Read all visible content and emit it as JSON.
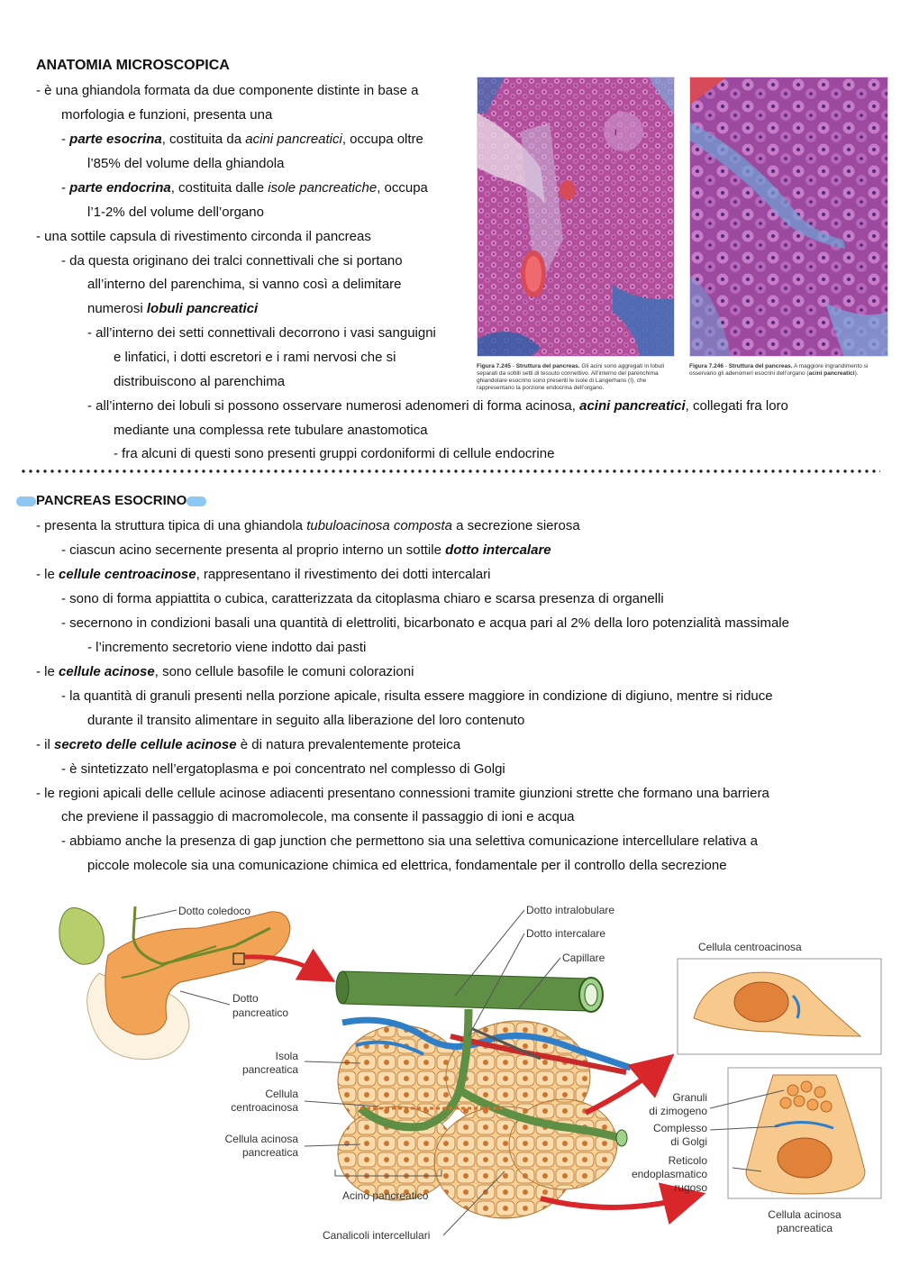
{
  "section1": {
    "title": "ANATOMIA MICROSCOPICA",
    "l1": "- è una ghiandola formata da due componente distinte in base a",
    "l2": "morfologia e funzioni, presenta una",
    "l3a": "- ",
    "l3b": "parte esocrina",
    "l3c": ", costituita da ",
    "l3d": "acini pancreatici",
    "l3e": ", occupa oltre",
    "l4": "l’85% del volume della ghiandola",
    "l5a": "- ",
    "l5b": "parte endocrina",
    "l5c": ", costituita dalle ",
    "l5d": "isole pancreatiche",
    "l5e": ", occupa",
    "l6": "l’1-2% del volume dell’organo",
    "l7": "- una sottile capsula di rivestimento circonda il pancreas",
    "l8": "- da questa originano dei tralci connettivali che si portano",
    "l9": "all’interno del parenchima, si vanno così a delimitare",
    "l10a": "numerosi ",
    "l10b": "lobuli pancreatici",
    "l11": "- all’interno dei setti connettivali decorrono i vasi sanguigni",
    "l12": "e linfatici, i dotti escretori e i rami nervosi che si",
    "l13": "distribuiscono al parenchima",
    "l14a": "- all’interno dei lobuli si possono osservare numerosi adenomeri di forma acinosa, ",
    "l14b": "acini pancreatici",
    "l14c": ", collegati fra loro",
    "l15": "mediante una complessa rete tubulare anastomotica",
    "l16": "- fra alcuni di questi sono presenti gruppi cordoniformi di cellule endocrine"
  },
  "figures": {
    "fig1_label": "Figura 7.245",
    "fig1_title": "Struttura del pancreas.",
    "fig1_text": "Gli acini sono aggregati in lobuli separati da sottili setti di tessuto connettivo. All’interno del parenchima ghiandolare esocrino sono presenti le isole di Langerhans (I), che rappresentano la porzione endocrina dell’organo.",
    "fig2_label": "Figura 7.246",
    "fig2_title": "Struttura del pancreas.",
    "fig2_text": "A maggiore ingrandimento si osservano gli adenomeri esocrini dell’organo (",
    "fig2_bold": "acini pancreatici",
    "fig2_end": ").",
    "islet_marker": "I"
  },
  "section2": {
    "title": "PANCREAS ESOCRINO",
    "m1a": "- presenta la struttura tipica di una ghiandola ",
    "m1b": "tubuloacinosa composta",
    "m1c": " a secrezione sierosa",
    "m2a": "- ciascun acino secernente presenta al proprio interno un sottile ",
    "m2b": "dotto intercalare",
    "m3a": "- le ",
    "m3b": "cellule centroacinose",
    "m3c": ", rappresentano il rivestimento dei dotti intercalari",
    "m4": "- sono di forma appiattita o cubica, caratterizzata da citoplasma chiaro e scarsa presenza di organelli",
    "m5": "- secernono in condizioni basali una quantità di elettroliti, bicarbonato e acqua pari al 2% della loro potenzialità massimale",
    "m6": "- l’incremento secretorio viene indotto dai pasti",
    "m7a": "- le ",
    "m7b": "cellule acinose",
    "m7c": ", sono cellule basofile le comuni colorazioni",
    "m8": "- la quantità di granuli presenti nella porzione apicale, risulta essere maggiore in condizione di digiuno, mentre si riduce",
    "m9": "durante il transito alimentare in seguito alla liberazione del loro contenuto",
    "m10a": "- il ",
    "m10b": "secreto delle cellule acinose",
    "m10c": " è di natura prevalentemente proteica",
    "m11": "- è sintetizzato nell’ergatoplasma e poi concentrato nel complesso di Golgi",
    "m12": "- le regioni apicali delle cellule acinose adiacenti presentano connessioni tramite giunzioni strette che formano una barriera",
    "m13": "che previene il passaggio di macromolecole, ma consente il passaggio di ioni e acqua",
    "m14": "- abbiamo anche la presenza di gap junction che permettono sia una selettiva comunicazione intercellulare relativa a",
    "m15": "piccole molecole sia una comunicazione chimica ed elettrica, fondamentale per il controllo della secrezione"
  },
  "diagram": {
    "dotto_coledoco": "Dotto coledoco",
    "dotto_pancreatico_1": "Dotto",
    "dotto_pancreatico_2": "pancreatico",
    "dotto_intralobulare": "Dotto intralobulare",
    "dotto_intercalare": "Dotto intercalare",
    "capillare": "Capillare",
    "isola_1": "Isola",
    "isola_2": "pancreatica",
    "cellula_centro_1": "Cellula",
    "cellula_centro_2": "centroacinosa",
    "cellula_acinosa_1": "Cellula acinosa",
    "cellula_acinosa_2": "pancreatica",
    "acino_pancreatico": "Acino pancreatico",
    "canalicoli": "Canalicoli intercellulari",
    "box_centroacinosa": "Cellula centroacinosa",
    "granuli_1": "Granuli",
    "granuli_2": "di zimogeno",
    "golgi_1": "Complesso",
    "golgi_2": "di Golgi",
    "reticolo_1": "Reticolo",
    "reticolo_2": "endoplasmatico",
    "reticolo_3": "rugoso",
    "box_acinosa_1": "Cellula acinosa",
    "box_acinosa_2": "pancreatica"
  }
}
